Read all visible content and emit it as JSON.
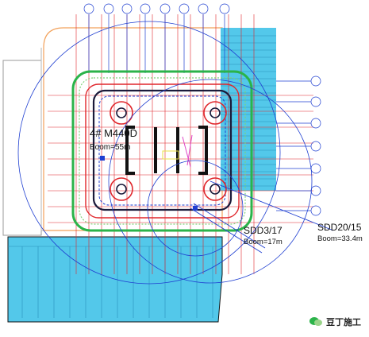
{
  "labels": {
    "crane_4_name": "4# M440D",
    "crane_4_boom": "Boom=55m",
    "crane_sdd3_name": "SDD3/17",
    "crane_sdd3_boom": "Boom=17m",
    "crane_sdd20_name": "SDD20/15",
    "crane_sdd20_boom": "Boom=33.4m"
  },
  "watermark": {
    "text": "豆丁施工"
  },
  "colors": {
    "blue_grid": "#1f3fd1",
    "red_line": "#e0262b",
    "green_line": "#2bb34a",
    "cyan_fill": "#53c8ea",
    "dark": "#111111",
    "orange_outline": "#f2a15a",
    "yellow": "#e8e04a",
    "magenta": "#e048c8"
  },
  "icons": {
    "watermark_logo": "chat-bubble-icon"
  }
}
